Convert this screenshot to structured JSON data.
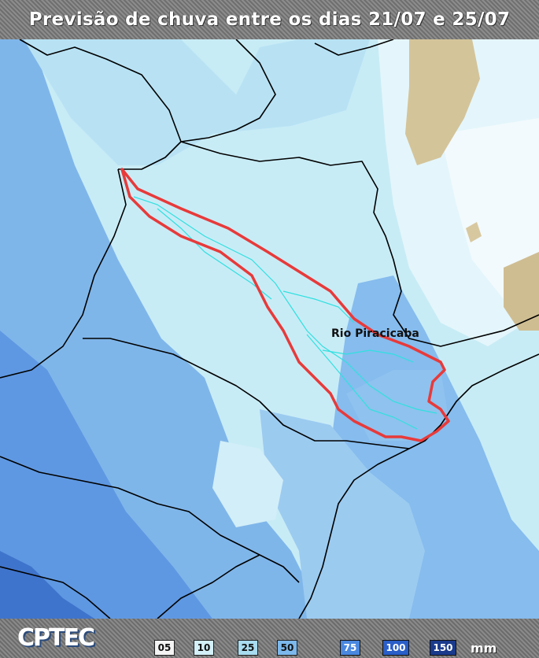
{
  "title": "Previsão de chuva entre os dias 21/07 e 25/07",
  "map": {
    "river_label": "Rio Piracicaba",
    "highlight_color": "#e83a3a",
    "river_color": "#30e0e0",
    "border_color": "#000000",
    "background_color": "#c8ecf6"
  },
  "legend": {
    "logo": "CPTEC",
    "unit": "mm",
    "items": [
      {
        "label": "05",
        "color": "#f4f4f4"
      },
      {
        "label": "10",
        "color": "#d4f0f8"
      },
      {
        "label": "25",
        "color": "#a8dcf0"
      },
      {
        "label": "50",
        "color": "#7cb8ec"
      },
      {
        "label": "75",
        "color": "#4a88e0"
      },
      {
        "label": "100",
        "color": "#2a5ec8"
      },
      {
        "label": "150",
        "color": "#1a3a8c"
      }
    ]
  }
}
